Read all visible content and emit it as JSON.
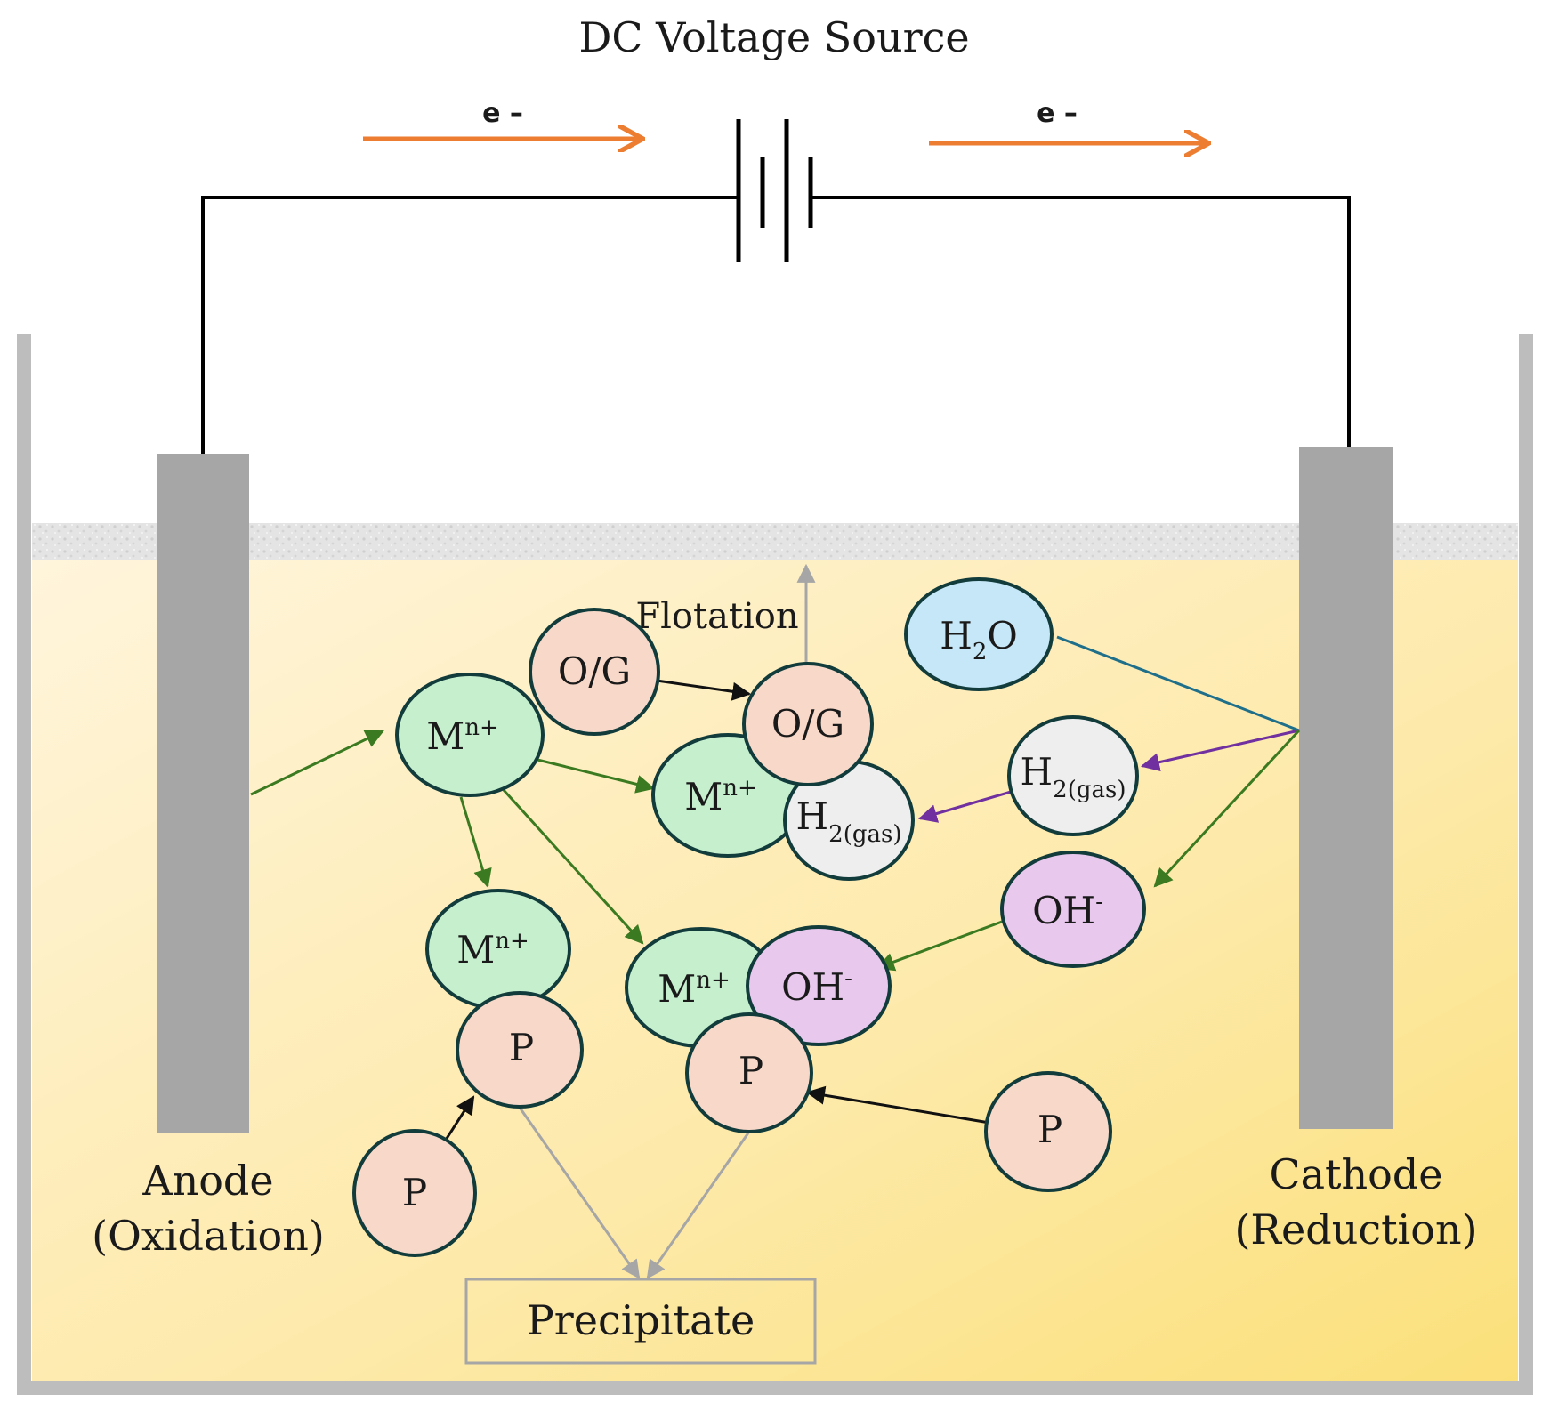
{
  "title": "DC Voltage Source",
  "electron_label": "e –",
  "anode": {
    "name": "Anode",
    "process": "(Oxidation)"
  },
  "cathode": {
    "name": "Cathode",
    "process": "(Reduction)"
  },
  "flotation_label": "Flotation",
  "precipitate_label": "Precipitate",
  "molecules": {
    "og": "O/G",
    "m_base": "M",
    "m_sup": "n+",
    "h2_base": "H",
    "h2_sub": "2(gas)",
    "h2o_base": "H",
    "h2o_sub": "2",
    "h2o_tail": "O",
    "oh_base": "OH",
    "oh_sup": "-",
    "p": "P"
  },
  "colors": {
    "solution_light": "#fff3d6",
    "solution_dark": "#fbe07e",
    "electrode": "#a6a6a6",
    "tank_wall": "#bdbdbd",
    "electron_arrow": "#ed7d31",
    "metal_ion": "#c6efce",
    "pollutant": "#f8d9c9",
    "hydrogen": "#eeeeee",
    "hydroxide": "#e9c8ee",
    "water": "#c6e7f8",
    "outline": "#123c3c",
    "arrow_green": "#3b7a20",
    "arrow_purple": "#7030a0",
    "arrow_blue": "#1f6f8b",
    "arrow_grey": "#a6a6a6"
  }
}
